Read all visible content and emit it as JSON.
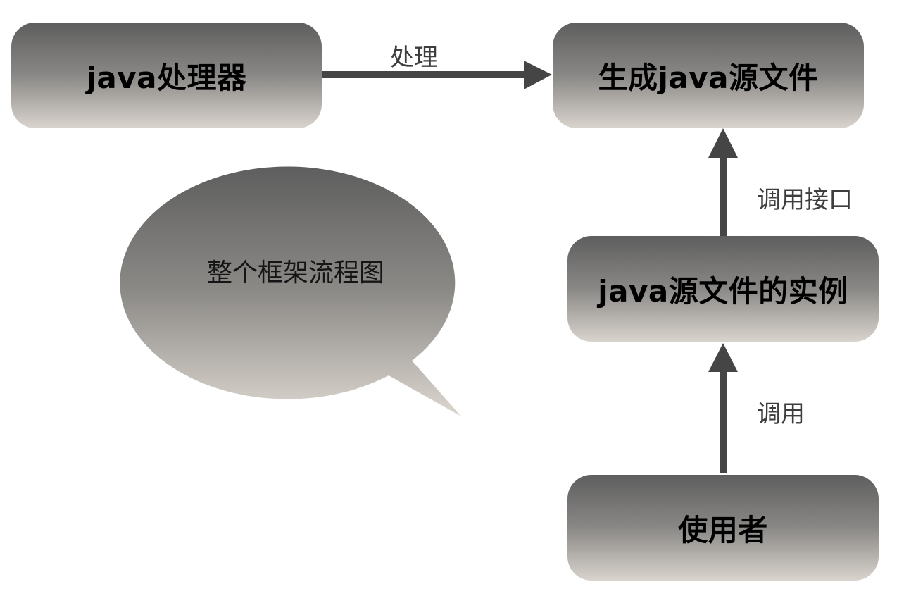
{
  "nodes": {
    "processor": "java处理器",
    "generate_source": "生成java源文件",
    "source_instance": "java源文件的实例",
    "user": "使用者"
  },
  "edges": {
    "process": "处理",
    "call_interface": "调用接口",
    "call": "调用"
  },
  "callout": {
    "text": "整个框架流程图"
  },
  "colors": {
    "gradient_top": "#5e5e5e",
    "gradient_bottom": "#d9d3cd",
    "arrow": "#454545",
    "node_text": "#000000",
    "label_text": "#3d3d3d"
  }
}
